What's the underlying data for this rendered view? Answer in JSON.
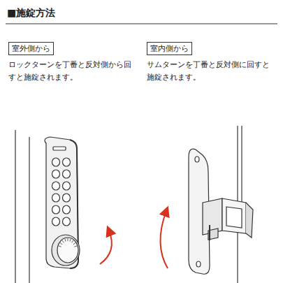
{
  "diagram": {
    "title": "■施錠方法",
    "nodes": [
      {
        "text": [
          "室外側から"
        ]
      },
      {
        "text": [
          "室内側から"
        ]
      }
    ],
    "labels": [
      "ロックターンを丁番と反対側から回 すと施錠されます。",
      "サムターンを丁番と反対側に回すと 施錠されます。"
    ]
  }
}
